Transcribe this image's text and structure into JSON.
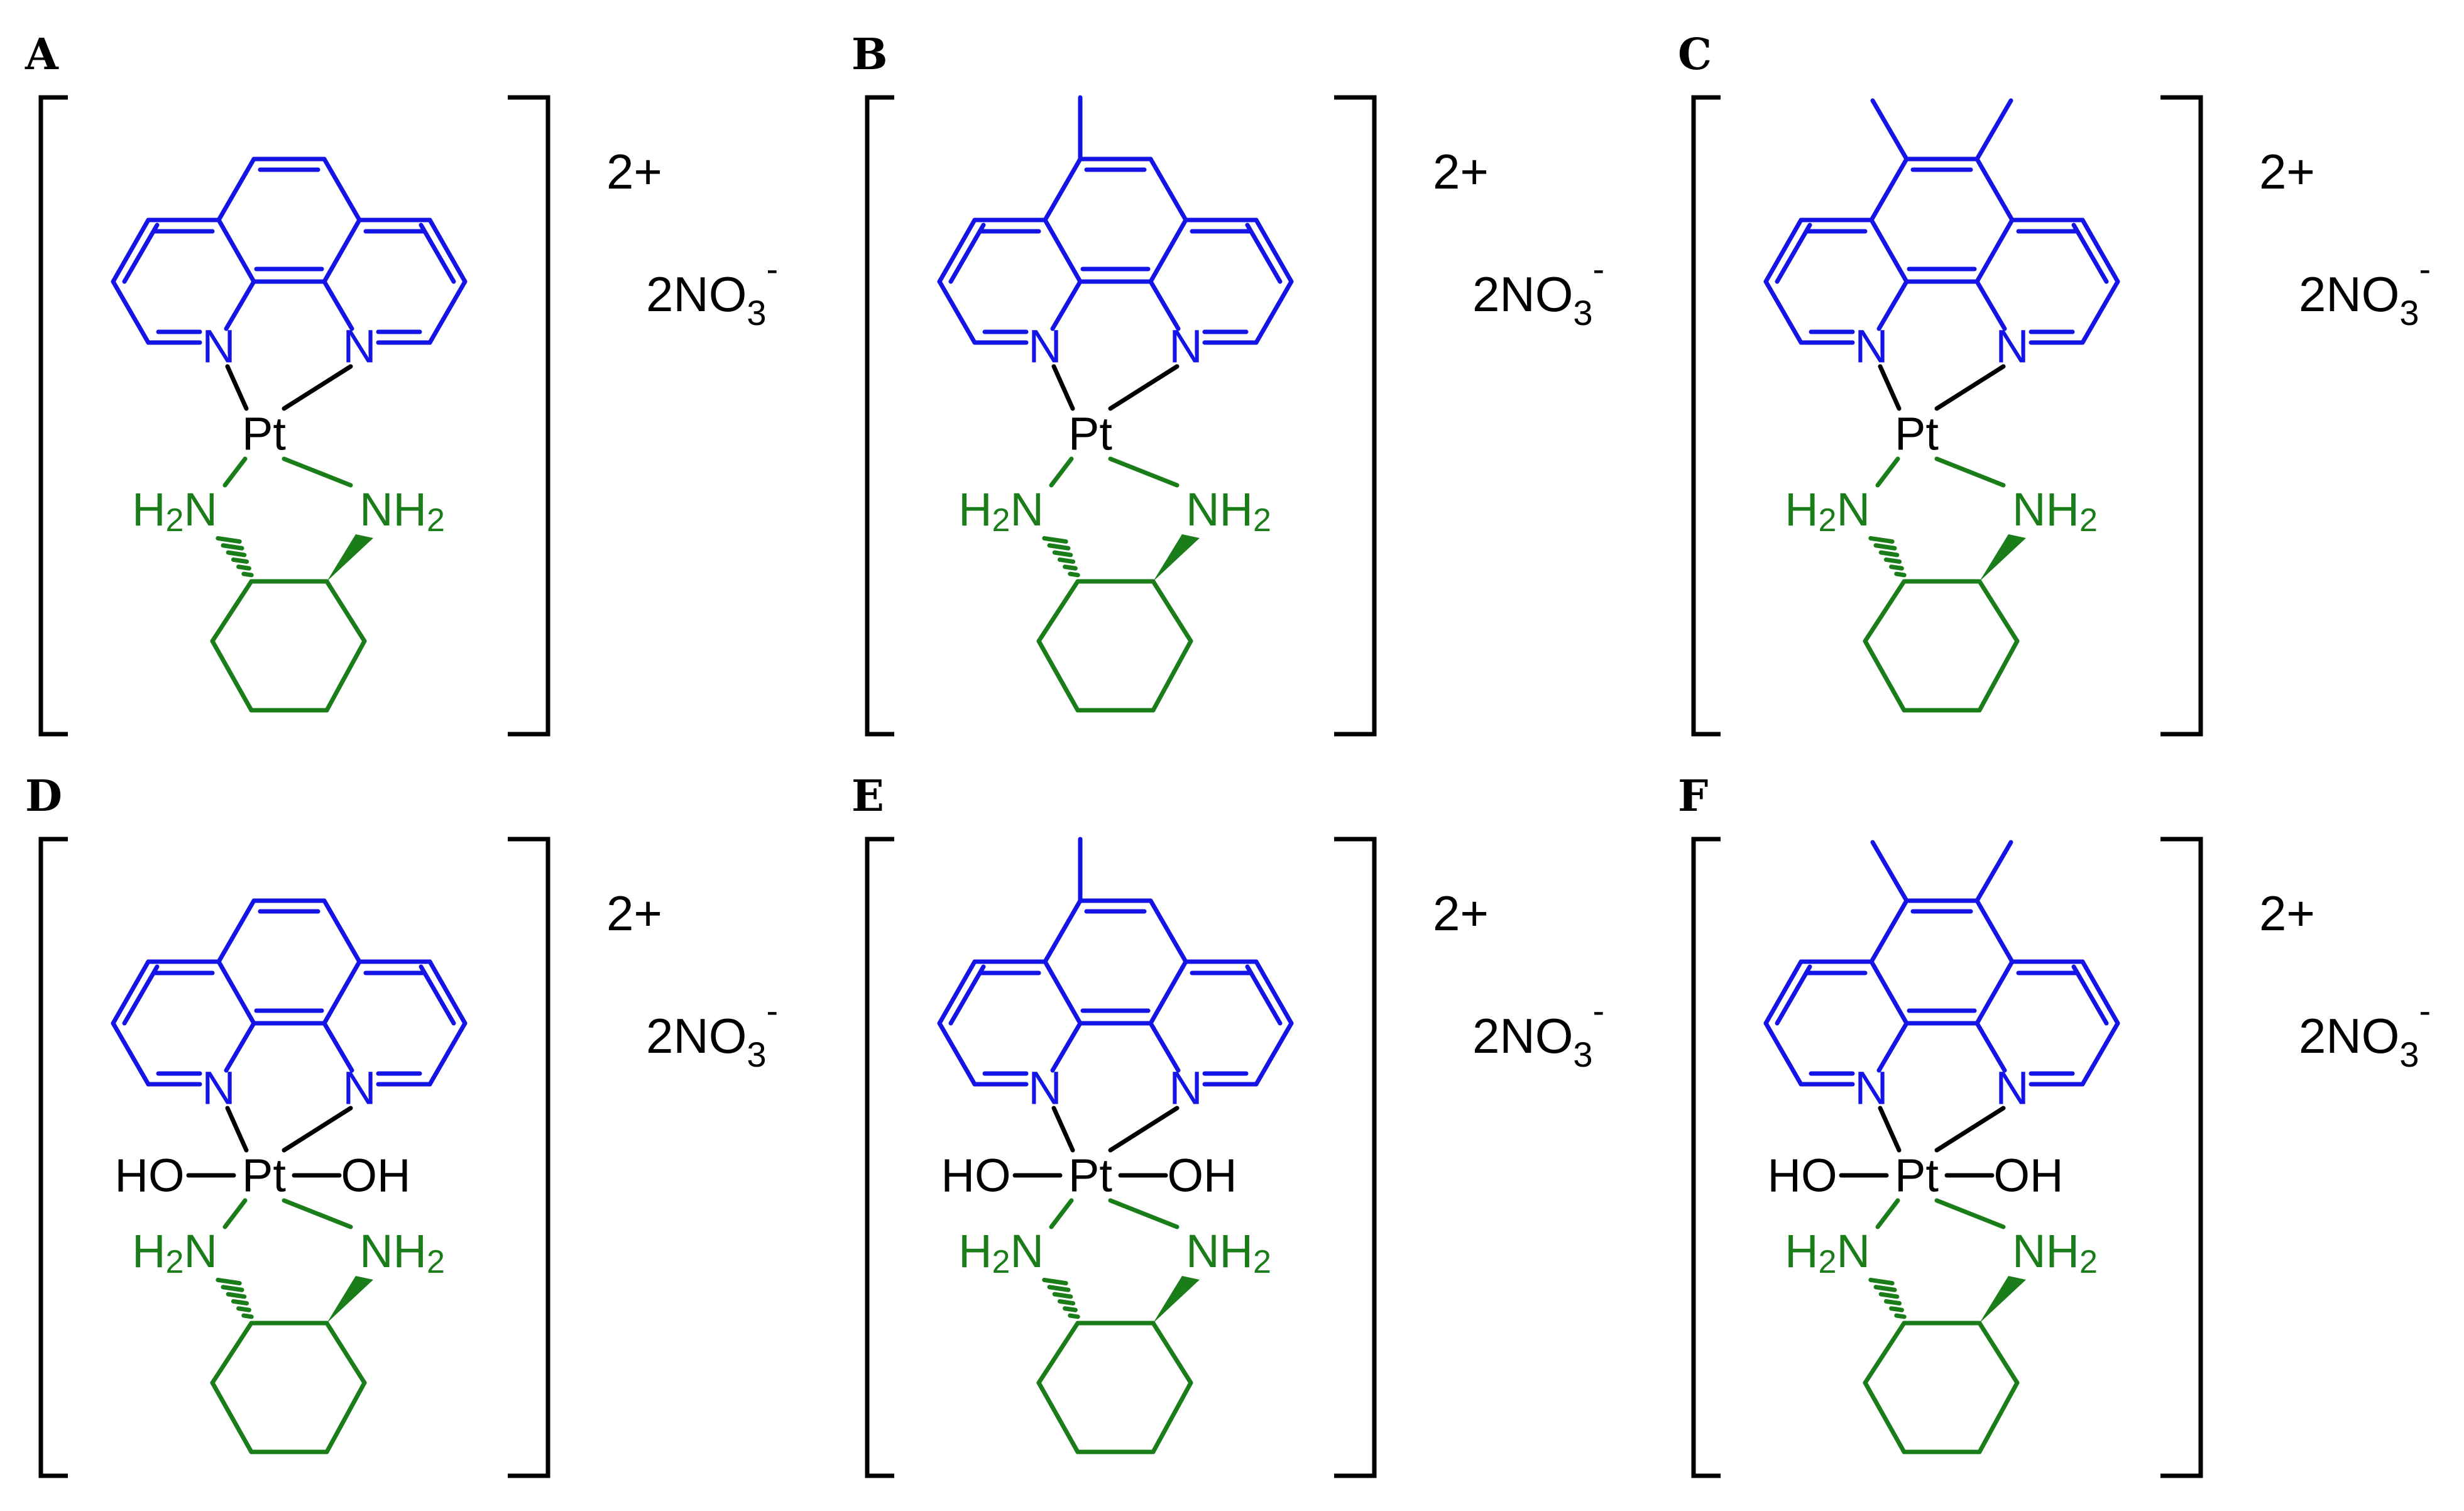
{
  "colors": {
    "phenanthroline": "#1414e6",
    "diamine": "#1a7d1a",
    "metal": "#000000"
  },
  "labels": {
    "N": "N",
    "Pt": "Pt",
    "H": "H",
    "OH": "OH",
    "HO": "HO",
    "NH": "NH",
    "sub2": "2"
  },
  "panels": [
    {
      "id": "A",
      "label": "A",
      "charge": "2+",
      "counter_main": "2NO",
      "counter_sub": "3",
      "counter_sup": "-",
      "methyls": 0,
      "axial_oh": false
    },
    {
      "id": "B",
      "label": "B",
      "charge": "2+",
      "counter_main": "2NO",
      "counter_sub": "3",
      "counter_sup": "-",
      "methyls": 1,
      "axial_oh": false
    },
    {
      "id": "C",
      "label": "C",
      "charge": "2+",
      "counter_main": "2NO",
      "counter_sub": "3",
      "counter_sup": "-",
      "methyls": 2,
      "axial_oh": false
    },
    {
      "id": "D",
      "label": "D",
      "charge": "2+",
      "counter_main": "2NO",
      "counter_sub": "3",
      "counter_sup": "-",
      "methyls": 0,
      "axial_oh": true
    },
    {
      "id": "E",
      "label": "E",
      "charge": "2+",
      "counter_main": "2NO",
      "counter_sub": "3",
      "counter_sup": "-",
      "methyls": 1,
      "axial_oh": true
    },
    {
      "id": "F",
      "label": "F",
      "charge": "2+",
      "counter_main": "2NO",
      "counter_sub": "3",
      "counter_sup": "-",
      "methyls": 2,
      "axial_oh": true
    }
  ]
}
